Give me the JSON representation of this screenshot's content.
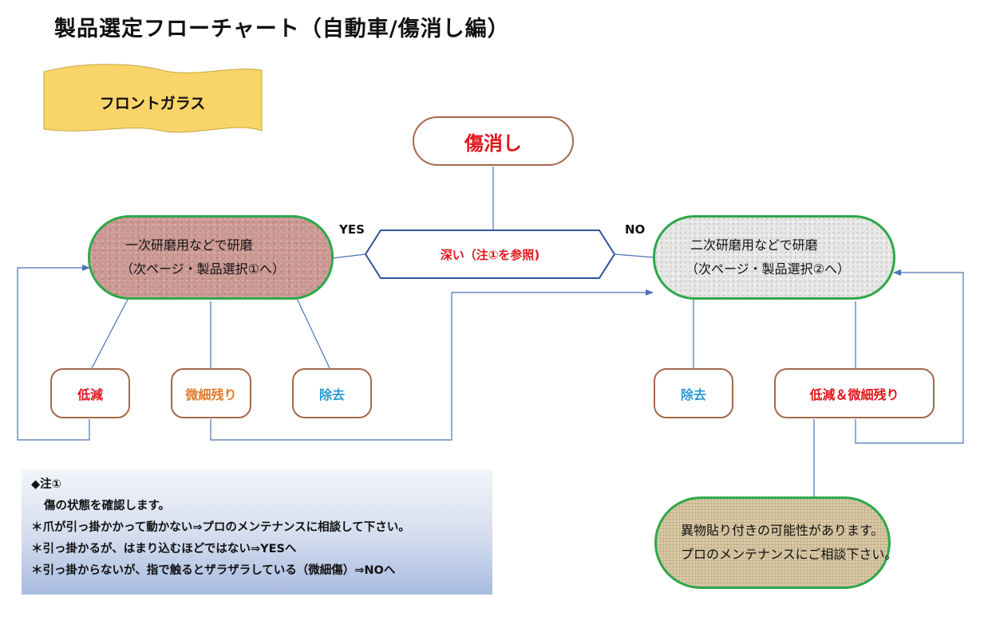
{
  "title": "製品選定フローチャート（自動車/傷消し編）",
  "banner": {
    "label": "フロントガラス",
    "color": "#f9d469"
  },
  "start": {
    "label": "傷消し"
  },
  "decision": {
    "label": "深い（注①を参照)",
    "yes": "YES",
    "no": "NO"
  },
  "left_process": {
    "line1": "一次研磨用などで研磨",
    "line2": "（次ページ・製品選択①へ）"
  },
  "right_process": {
    "line1": "二次研磨用などで研磨",
    "line2": "（次ページ・製品選択②へ）"
  },
  "left_results": [
    {
      "label": "低減",
      "color": "#e0161c"
    },
    {
      "label": "微細残り",
      "color": "#e07a2a"
    },
    {
      "label": "除去",
      "color": "#2a9ad0"
    }
  ],
  "right_results": [
    {
      "label": "除去",
      "color": "#2a9ad0"
    },
    {
      "label": "低減＆微細残り",
      "color": "#e0161c"
    }
  ],
  "final": {
    "line1": "異物貼り付きの可能性があります。",
    "line2": "プロのメンテナンスにご相談下さい。"
  },
  "note": {
    "heading": "◆注①",
    "lines": [
      "傷の状態を確認します。",
      "＊爪が引っ掛かかって動かない⇒プロのメンテナンスに相談して下さい。",
      "＊引っ掛かるが、はまり込むほどではない⇒YESへ",
      "＊引っ掛からないが、指で触るとザラザラしている（微細傷）⇒NOへ"
    ]
  },
  "colors": {
    "accent_red": "#e0161c",
    "border_green": "#2ea84a",
    "border_brown": "#a6684a",
    "connector_blue": "#4a72b8"
  }
}
